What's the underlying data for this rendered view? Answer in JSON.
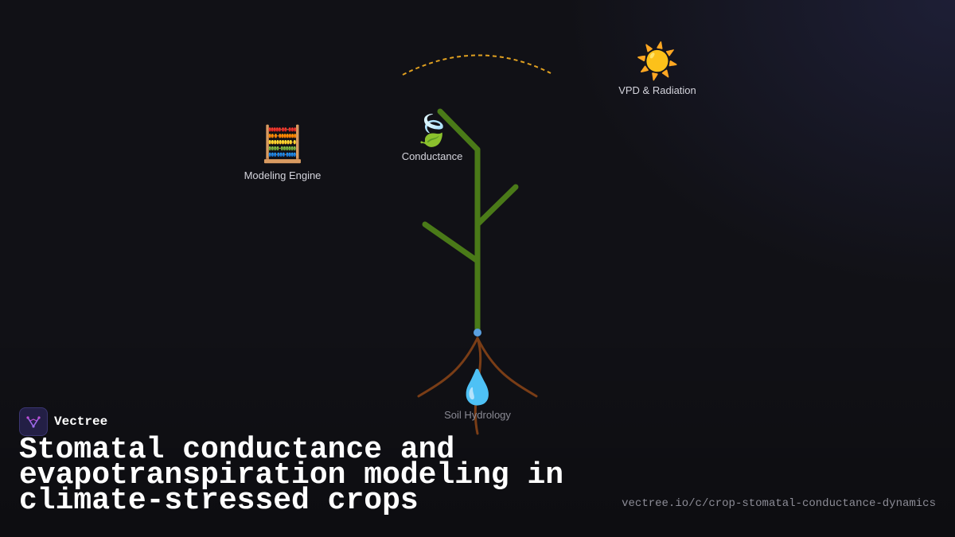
{
  "diagram": {
    "nodes": [
      {
        "id": "vpd",
        "icon": "sun-icon",
        "glyph": "☀️",
        "label": "VPD & Radiation"
      },
      {
        "id": "modeling",
        "icon": "abacus-icon",
        "glyph": "🧮",
        "label": "Modeling Engine"
      },
      {
        "id": "conductance",
        "icon": "leaf-wind-icon",
        "glyph": "🍃",
        "label": "Conductance"
      },
      {
        "id": "soil",
        "icon": "droplet-icon",
        "glyph": "💧",
        "label": "Soil Hydrology"
      }
    ],
    "colors": {
      "stem": "#4a7a18",
      "roots": "#7a3d16",
      "arc": "#e0a020",
      "root_node": "#5aa0e0"
    }
  },
  "brand": {
    "name": "Vectree",
    "logo_icon": "vectree-logo-icon"
  },
  "title": "Stomatal conductance and evapotranspiration modeling in climate-stressed crops",
  "url": "vectree.io/c/crop-stomatal-conductance-dynamics"
}
